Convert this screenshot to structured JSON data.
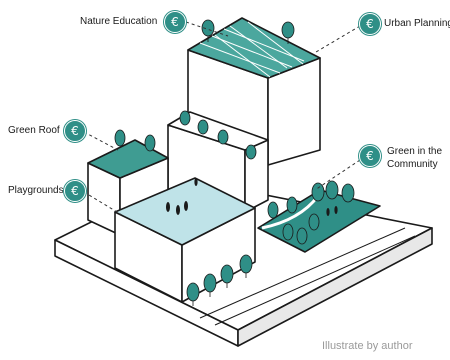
{
  "labels": {
    "nature_education": "Nature Education",
    "urban_planning": "Urban Planning",
    "green_roof": "Green Roof",
    "playgrounds": "Playgrounds",
    "green_community_line1": "Green in the",
    "green_community_line2": "Community"
  },
  "badge_symbol": "€",
  "credit": "Illustrate by author",
  "colors": {
    "accent": "#2f8f87",
    "water": "#bfe3e8",
    "roof_green": "#3f9c92",
    "outline": "#1a1a1a",
    "ground_side": "#e8e8e8"
  }
}
